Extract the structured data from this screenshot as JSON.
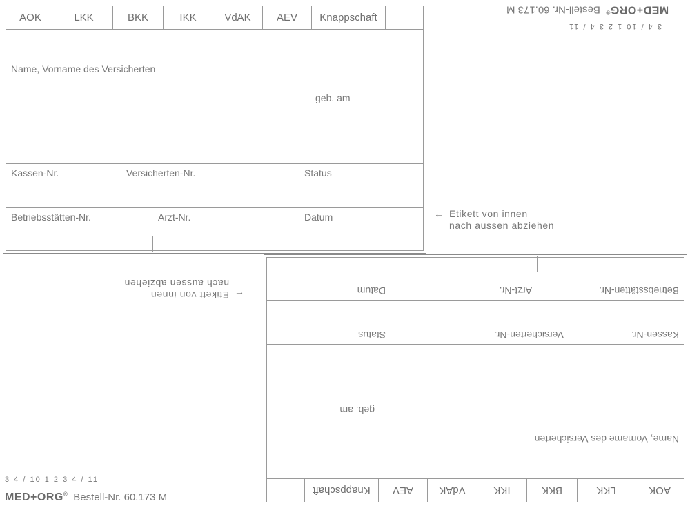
{
  "tabs": [
    "AOK",
    "LKK",
    "BKK",
    "IKK",
    "VdAK",
    "AEV",
    "Knappschaft"
  ],
  "fields": {
    "name": "Name, Vorname des Versicherten",
    "birth": "geb. am",
    "kassen_nr": "Kassen-Nr.",
    "versicherten_nr": "Versicherten-Nr.",
    "status": "Status",
    "betriebsstaetten_nr": "Betriebsstätten-Nr.",
    "arzt_nr": "Arzt-Nr.",
    "datum": "Datum"
  },
  "note": {
    "arrow": "←",
    "line1": "Etikett von innen",
    "line2": "nach aussen abziehen"
  },
  "codes": "3 4 / 10   1 2 3 4 / 11",
  "brand": {
    "logo": "MED+ORG",
    "reg": "®",
    "order": "Bestell-Nr. 60.173 M"
  },
  "colors": {
    "line": "#9a9a9a",
    "text": "#777777"
  }
}
